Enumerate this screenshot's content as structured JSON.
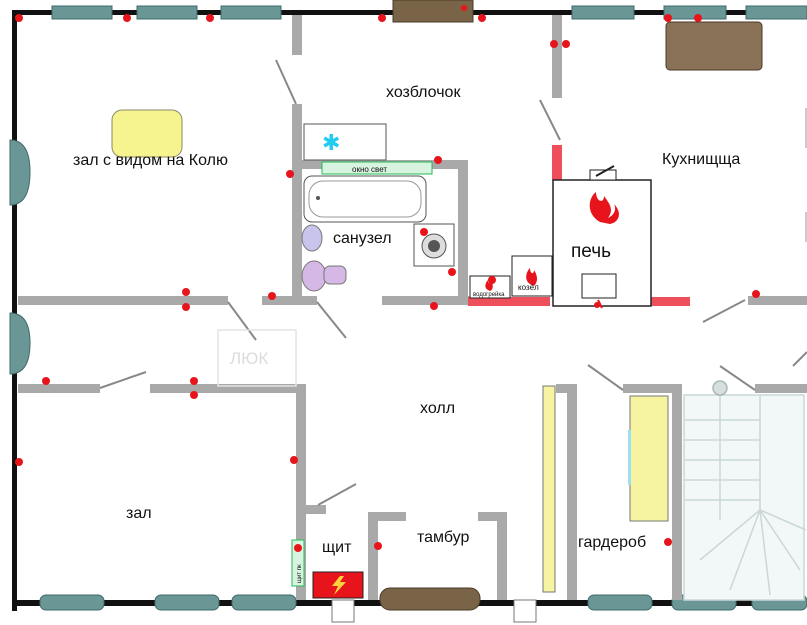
{
  "rooms": {
    "hallroom_view": "зал с видом на Колю",
    "utility_block": "хозблочок",
    "kitchen": "Кухнищща",
    "bathroom": "санузел",
    "stove": "печь",
    "hatch": "ЛЮК",
    "hall": "холл",
    "living": "зал",
    "panel": "щит",
    "vestibule": "тамбур",
    "wardrobe": "гардероб"
  },
  "labels": {
    "bath_window": "окно свет",
    "small_stove": "козёл",
    "firebox": "водогрейка",
    "panel_box": "щит пк"
  },
  "colors": {
    "wall": "#111111",
    "partition": "#a9a9a9",
    "socket": "#e8141c",
    "heater": "#ef4f5b",
    "window_frame": "#3f6b6b",
    "window_glass": "#6a9696",
    "door": "#7a6448",
    "table": "#f6f48e",
    "wardrobe_fill": "#f6f4a0",
    "electrical_panel": "#e8141c",
    "fire": "#e8141c",
    "tub_rim": "#22bb55",
    "toilet": "#d5b8e6",
    "sink": "#c8c4ec"
  },
  "icons": {
    "fan": "snowflake-icon",
    "fire": "flame-icon",
    "washer": "washing-machine-icon",
    "bolt": "lightning-icon"
  }
}
